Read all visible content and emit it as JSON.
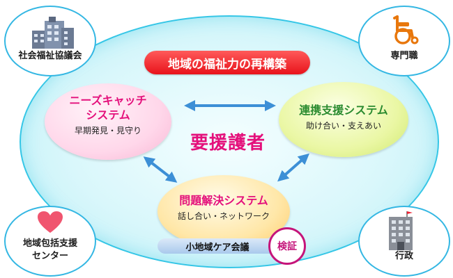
{
  "banner": {
    "label": "地域の福祉力の再構築"
  },
  "center": {
    "label": "要援護者"
  },
  "systems": {
    "needs": {
      "title_line1": "ニーズキャッチ",
      "title_line2": "システム",
      "sub": "早期発見・見守り"
    },
    "coop": {
      "title": "連携支援システム",
      "sub": "助け合い・支えあい"
    },
    "problem": {
      "title": "問題解決システム",
      "sub": "話し合い・ネットワーク"
    }
  },
  "meeting": {
    "label": "小地域ケア会議"
  },
  "verify": {
    "label": "検証"
  },
  "corners": {
    "council": {
      "label": "社会福祉協議会",
      "icon": "building-icon"
    },
    "professional": {
      "label": "専門職",
      "icon": "wheelchair-icon"
    },
    "center": {
      "label_line1": "地域包括支援",
      "label_line2": "センター",
      "icon": "heart-icon"
    },
    "admin": {
      "label": "行政",
      "icon": "office-building-icon"
    }
  },
  "colors": {
    "outer_border": "#35c6e6",
    "banner": "#e8131b",
    "needs_fill": "#ffd7ea",
    "coop_fill": "#eaf7a4",
    "problem_fill": "#ffe7a8",
    "center_text": "#e4107b",
    "arrow": "#3c8fd6"
  }
}
